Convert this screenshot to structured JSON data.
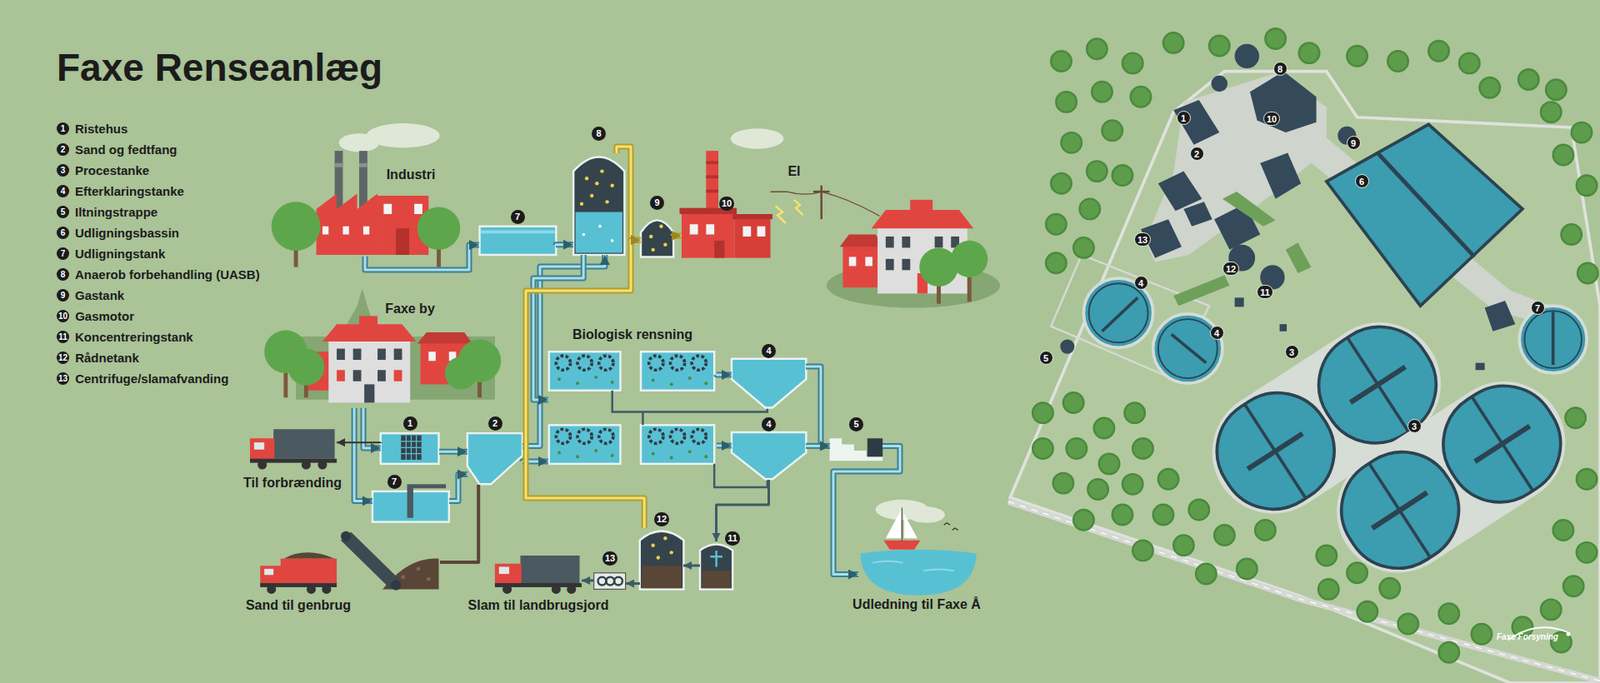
{
  "diagram": {
    "title": "Faxe Renseanlæg",
    "nodes": [
      {
        "text": [
          "Industri"
        ]
      },
      {
        "text": [
          "7"
        ]
      },
      {
        "text": [
          "8"
        ]
      },
      {
        "text": [
          "9"
        ]
      },
      {
        "text": [
          "10"
        ]
      },
      {
        "text": [
          "El"
        ]
      },
      {
        "text": [
          "Faxe by"
        ]
      },
      {
        "text": [
          "1"
        ]
      },
      {
        "text": [
          "Til forbrænding"
        ]
      },
      {
        "text": [
          "7"
        ]
      },
      {
        "text": [
          "2"
        ]
      },
      {
        "text": [
          "Sand til genbrug"
        ]
      },
      {
        "text": [
          "Biologisk rensning"
        ]
      },
      {
        "text": [
          "4"
        ]
      },
      {
        "text": [
          "4"
        ]
      },
      {
        "text": [
          "5"
        ]
      },
      {
        "text": [
          "Udledning til Faxe Å"
        ]
      },
      {
        "text": [
          "11"
        ]
      },
      {
        "text": [
          "12"
        ]
      },
      {
        "text": [
          "13"
        ]
      },
      {
        "text": [
          "Slam til landbrugsjord"
        ]
      }
    ],
    "edges": [
      {
        "from": 0,
        "to": 1,
        "arrow": "to"
      },
      {
        "from": 1,
        "to": 2,
        "arrow": "to"
      },
      {
        "from": 2,
        "to": 3,
        "arrow": "to"
      },
      {
        "from": 3,
        "to": 4,
        "arrow": "to"
      },
      {
        "from": 4,
        "to": 5,
        "arrow": "none"
      },
      {
        "from": 6,
        "to": 7,
        "arrow": "to"
      },
      {
        "from": 6,
        "to": 9,
        "arrow": "to"
      },
      {
        "from": 7,
        "to": 8,
        "arrow": "to"
      },
      {
        "from": 7,
        "to": 10,
        "arrow": "to"
      },
      {
        "from": 9,
        "to": 10,
        "arrow": "to"
      },
      {
        "from": 10,
        "to": 11,
        "arrow": "none"
      },
      {
        "from": 10,
        "to": 2,
        "arrow": "to"
      },
      {
        "from": 2,
        "to": 12,
        "arrow": "to"
      },
      {
        "from": 10,
        "to": 12,
        "arrow": "to"
      },
      {
        "from": 12,
        "to": 13,
        "arrow": "to"
      },
      {
        "from": 12,
        "to": 14,
        "arrow": "to"
      },
      {
        "from": 13,
        "to": 15,
        "arrow": "to"
      },
      {
        "from": 14,
        "to": 15,
        "arrow": "to"
      },
      {
        "from": 15,
        "to": 16,
        "arrow": "to"
      },
      {
        "from": 14,
        "to": 17,
        "arrow": "to"
      },
      {
        "from": 17,
        "to": 18,
        "arrow": "to"
      },
      {
        "from": 18,
        "to": 19,
        "arrow": "to"
      },
      {
        "from": 19,
        "to": 20,
        "arrow": "to"
      },
      {
        "from": 18,
        "to": 3,
        "arrow": "to"
      }
    ],
    "labels": [
      "1",
      "2",
      "3",
      "4",
      "5",
      "6",
      "7",
      "8",
      "9",
      "10",
      "11",
      "12",
      "13",
      "1",
      "2",
      "8",
      "10",
      "9",
      "6",
      "13",
      "12",
      "11",
      "4",
      "4",
      "5",
      "3",
      "3",
      "7",
      "Faxe Forsyning"
    ],
    "legend": [
      {
        "text": "Ristehus"
      },
      {
        "text": "Sand og fedtfang"
      },
      {
        "text": "Procestanke"
      },
      {
        "text": "Efterklaringstanke"
      },
      {
        "text": "Iltningstrappe"
      },
      {
        "text": "Udligningsbassin"
      },
      {
        "text": "Udligningstank"
      },
      {
        "text": "Anaerob forbehandling (UASB)"
      },
      {
        "text": "Gastank"
      },
      {
        "text": "Gasmotor"
      },
      {
        "text": "Koncentreringstank"
      },
      {
        "text": "Rådnetank"
      },
      {
        "text": "Centrifuge/slamafvanding"
      }
    ]
  }
}
